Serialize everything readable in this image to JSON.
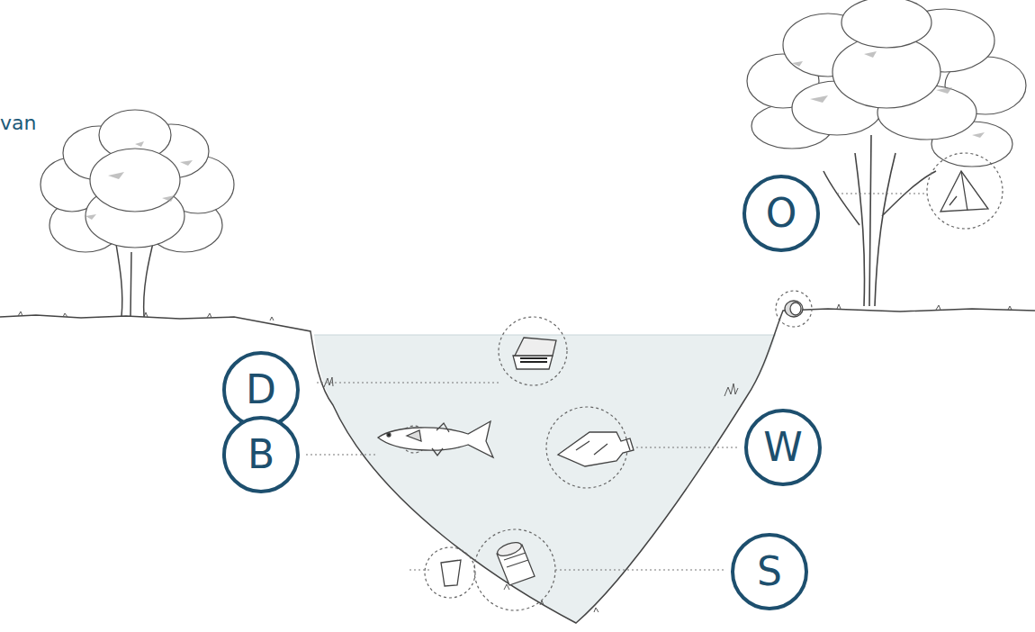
{
  "diagram": {
    "nodes": [
      {
        "text": [
          "O"
        ]
      },
      {
        "text": [
          "D"
        ]
      },
      {
        "text": [
          "W"
        ]
      },
      {
        "text": [
          "B"
        ]
      },
      {
        "text": [
          "S"
        ]
      }
    ],
    "labels": [
      "van"
    ]
  }
}
